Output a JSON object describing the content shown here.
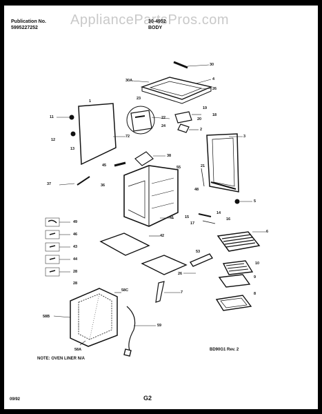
{
  "header": {
    "publication_label": "Publication No.",
    "publication_number": "5995227252",
    "model": "30-4952",
    "section": "BODY"
  },
  "watermark": "AppliancePartsPros.com",
  "callouts": {
    "c30": "30",
    "c30a": "30A",
    "c4": "4",
    "c26top": "26",
    "c23": "23",
    "c19": "19",
    "c18": "18",
    "c22": "22",
    "c20": "20",
    "c24": "24",
    "c2": "2",
    "c1": "1",
    "c3": "3",
    "c11": "11",
    "c12": "12",
    "c13": "13",
    "c72": "72",
    "c38": "38",
    "c45": "45",
    "c55": "55",
    "c21": "21",
    "c37": "37",
    "c36": "36",
    "c48": "48",
    "c5": "5",
    "c49": "49",
    "c46": "46",
    "c43": "43",
    "c44": "44",
    "c28": "28",
    "c28b": "28",
    "c14": "14",
    "c15": "15",
    "c16": "16",
    "c17": "17",
    "c41": "41",
    "c42": "42",
    "c6": "6",
    "c53": "53",
    "c10": "10",
    "c9": "9",
    "c26mid": "26",
    "c8": "8",
    "c58c": "58C",
    "c7": "7",
    "c58b": "58B",
    "c59": "59",
    "c58a": "58A"
  },
  "note": "NOTE: OVEN LINER N/A",
  "ref_code": "BD90G1 Rev. 2",
  "footer": {
    "date": "09/92",
    "page": "G2"
  }
}
